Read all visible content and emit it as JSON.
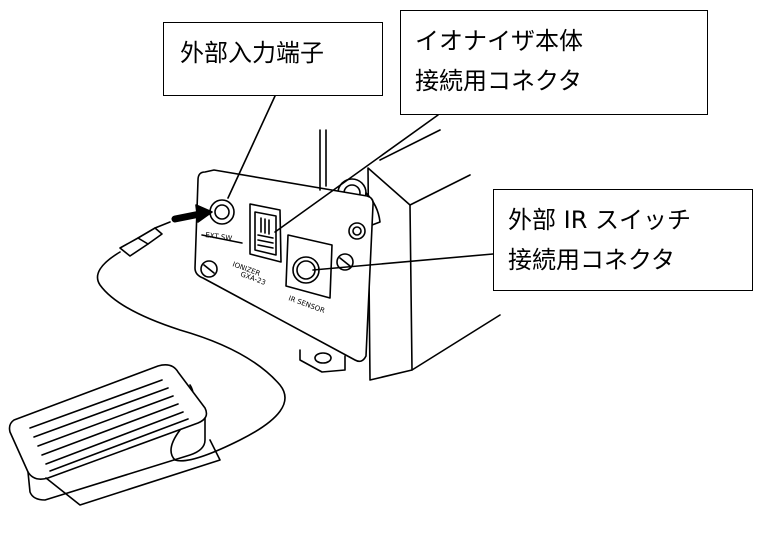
{
  "callouts": {
    "external_input": "外部入力端子",
    "ionizer_connector_line1": "イオナイザ本体",
    "ionizer_connector_line2": "接続用コネクタ",
    "ir_switch_line1": "外部 IR スイッチ",
    "ir_switch_line2": "接続用コネクタ"
  },
  "panel_labels": {
    "ext_sw": "EXT SW",
    "ionizer": "IONIZER",
    "ionizer_model": "GXA-23",
    "ir_sensor": "IR SENSOR"
  },
  "colors": {
    "line": "#000000",
    "background": "#ffffff"
  }
}
